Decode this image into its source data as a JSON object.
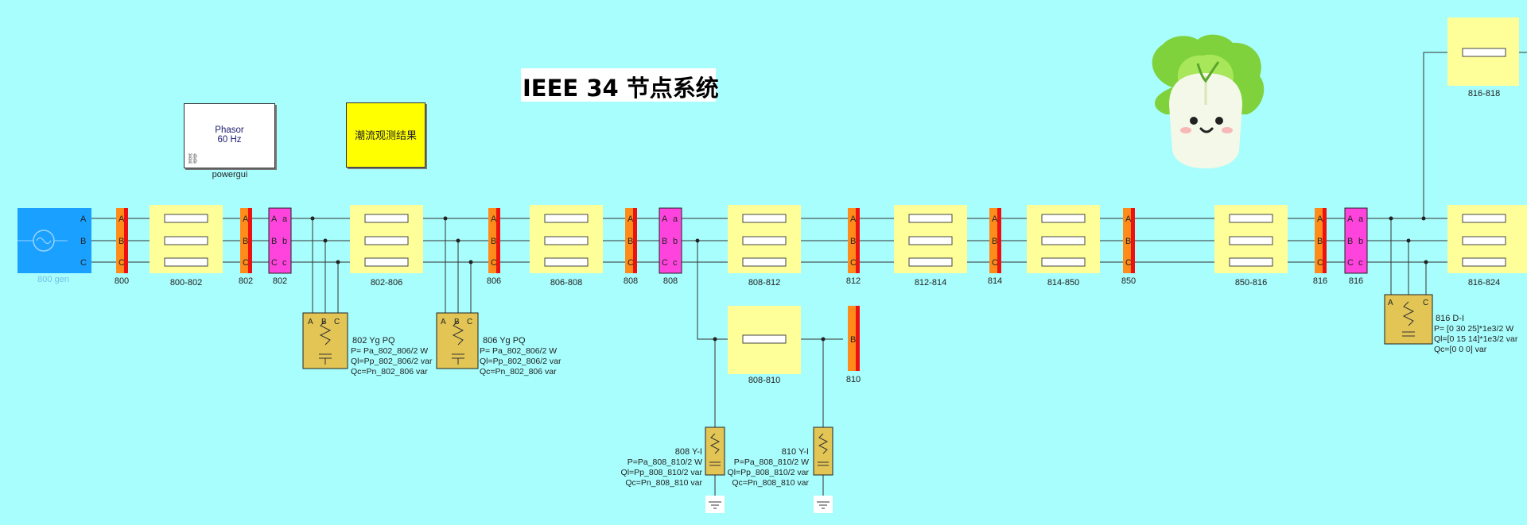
{
  "title": "IEEE 34 节点系统",
  "powergui": {
    "line1": "Phasor",
    "line2": "60 Hz",
    "label": "powergui",
    "link_icon": "link-icon"
  },
  "observe_button": {
    "label": "潮流观测结果"
  },
  "source": {
    "label": "800 gen",
    "ports": [
      "A",
      "B",
      "C"
    ]
  },
  "bus_labels": {
    "b800": "800",
    "b802": "802",
    "b806": "806",
    "b808": "808",
    "b812": "812",
    "b814": "814",
    "b850": "850",
    "b816": "816",
    "b810": "810"
  },
  "bus_letters": {
    "A": "A",
    "B": "B",
    "C": "C",
    "a": "a",
    "b": "b",
    "c": "c"
  },
  "transformer_labels": {
    "t802": "802",
    "t808": "808",
    "t816": "816"
  },
  "line_labels": {
    "l800_802": "800-802",
    "l802_806": "802-806",
    "l806_808": "806-808",
    "l808_812": "808-812",
    "l812_814": "812-814",
    "l814_850": "814-850",
    "l850_816": "850-816",
    "l816_824": "816-824",
    "l808_810": "808-810",
    "l816_818": "816-818"
  },
  "loads": [
    {
      "name": "802 Yg PQ",
      "p": "P= Pa_802_806/2 W",
      "ql": "Ql=Pp_802_806/2 var",
      "qc": "Qc=Pn_802_806 var"
    },
    {
      "name": "806 Yg PQ",
      "p": "P= Pa_802_806/2 W",
      "ql": "Ql=Pp_802_806/2 var",
      "qc": "Qc=Pn_802_806 var"
    },
    {
      "name": "816 D-I",
      "p": "P= [0 30 25]*1e3/2 W",
      "ql": "Ql=[0 15 14]*1e3/2 var",
      "qc": "Qc=[0 0 0] var"
    },
    {
      "name": "808 Y-I",
      "p": "P=Pa_808_810/2 W",
      "ql": "Ql=Pp_808_810/2 var",
      "qc": "Qc=Pn_808_810 var"
    },
    {
      "name": "810 Y-I",
      "p": "P=Pa_808_810/2 W",
      "ql": "Ql=Pp_808_810/2 var",
      "qc": "Qc=Pn_808_810 var"
    }
  ],
  "colors": {
    "background": "#a8fdfd",
    "line_block": "#ffff99",
    "bus_orange": "#ff8c1a",
    "bus_red": "#ee1111",
    "transformer": "#ff44dd",
    "load": "#e2c555",
    "source": "#1aa0ff"
  },
  "mascot": {
    "icon": "cabbage-mascot-icon"
  }
}
